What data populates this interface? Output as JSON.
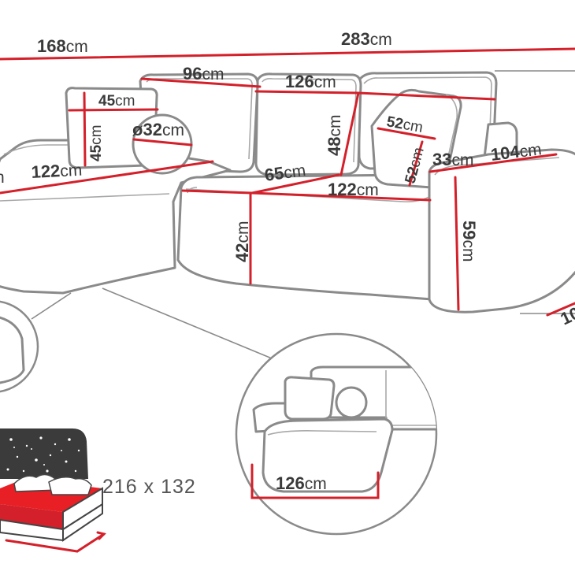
{
  "colors": {
    "dimension_line": "#d4202a",
    "outline": "#8a8a8a",
    "text": "#3a3a3a",
    "mattress": "#e81f25",
    "starry_panel": "#3b3b3b"
  },
  "dimensions": {
    "left_length": "168",
    "total_width": "283",
    "back_cushion_left_width": "96",
    "back_cushion_center_width": "126",
    "back_cushion_height": "48",
    "small_pillow_width": "45",
    "small_pillow_height": "45",
    "round_pillow_diameter": "32",
    "round_pillow_prefix": "ø",
    "square_pillow_width": "52",
    "square_pillow_height": "52",
    "armrest_width": "33",
    "right_depth": "104",
    "chaise_length": "122",
    "seat_depth": "65",
    "seat_width": "122",
    "seat_height": "42",
    "total_height": "59",
    "right_cut_label": "10",
    "left_edge_label": "n",
    "detail_width": "126"
  },
  "unit": "cm",
  "bed": {
    "size_label": "216 x 132"
  }
}
